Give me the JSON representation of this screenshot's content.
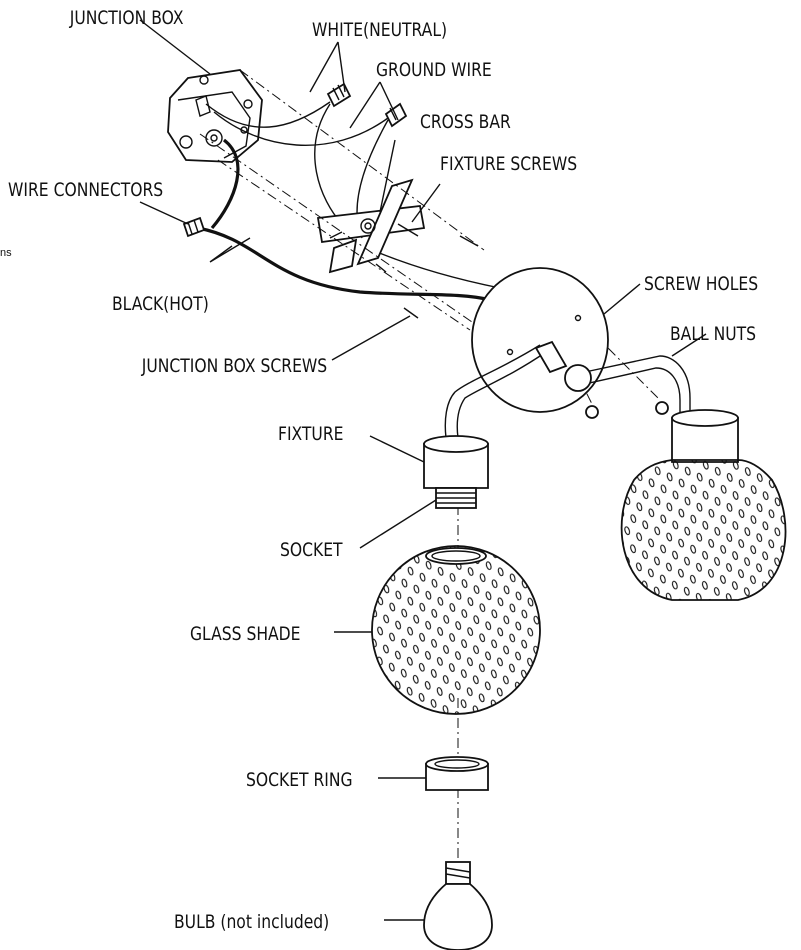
{
  "labels": {
    "junction_box": "JUNCTION BOX",
    "white_neutral": "WHITE(NEUTRAL)",
    "ground_wire": "GROUND WIRE",
    "cross_bar": "CROSS BAR",
    "fixture_screws": "FIXTURE SCREWS",
    "wire_connectors": "WIRE CONNECTORS",
    "black_hot": "BLACK(HOT)",
    "junction_box_screws": "JUNCTION BOX SCREWS",
    "screw_holes": "SCREW HOLES",
    "ball_nuts": "BALL NUTS",
    "fixture": "FIXTURE",
    "socket": "SOCKET",
    "glass_shade": "GLASS SHADE",
    "socket_ring": "SOCKET RING",
    "bulb": "BULB (not included)",
    "edge_fragment": "ns"
  }
}
